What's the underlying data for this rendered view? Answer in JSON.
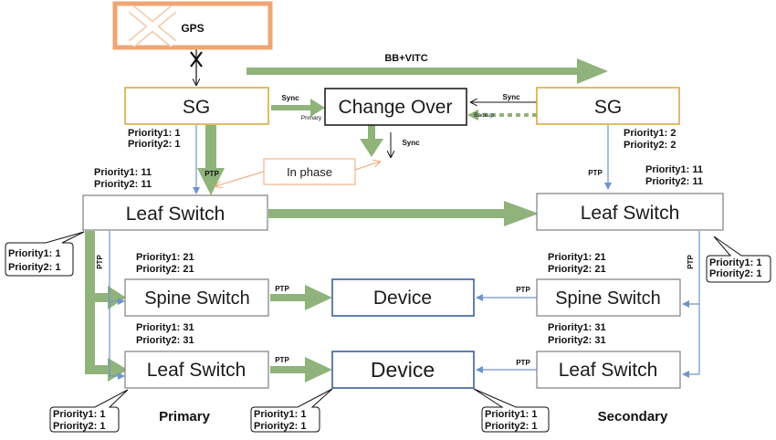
{
  "gps": {
    "label": "GPS"
  },
  "labels": {
    "bb_vitc": "BB+VITC",
    "sync": "Sync",
    "primary_small": "Primary",
    "backup_small": "Backup",
    "ptp": "PTP",
    "in_phase": "In phase",
    "primary": "Primary",
    "secondary": "Secondary"
  },
  "boxes": {
    "sg_left": "SG",
    "change_over": "Change Over",
    "sg_right": "SG",
    "leaf_left_top": "Leaf Switch",
    "leaf_right_top": "Leaf Switch",
    "spine_left": "Spine Switch",
    "device_top": "Device",
    "spine_right": "Spine Switch",
    "leaf_left_bottom": "Leaf Switch",
    "device_bottom": "Device",
    "leaf_right_bottom": "Leaf Switch"
  },
  "priorities": {
    "sg_left": [
      "Priority1:  1",
      "Priority2:  1"
    ],
    "sg_right": [
      "Priority1:  2",
      "Priority2:  2"
    ],
    "leaf_left_top": [
      "Priority1:  11",
      "Priority2:  11"
    ],
    "leaf_right_top": [
      "Priority1:  11",
      "Priority2:  11"
    ],
    "spine_left": [
      "Priority1:  21",
      "Priority2:  21"
    ],
    "spine_right": [
      "Priority1:  21",
      "Priority2:  21"
    ],
    "leaf_left_bottom": [
      "Priority1:  31",
      "Priority2:  31"
    ],
    "leaf_right_bottom": [
      "Priority1:  31",
      "Priority2:  31"
    ],
    "callout_left_top": [
      "Priority1:  1",
      "Priority2:  1"
    ],
    "callout_right_top": [
      "Priority1:  1",
      "Priority2:  1"
    ],
    "callout_left_bottom": [
      "Priority1:  1",
      "Priority2:  1"
    ],
    "callout_device_left": [
      "Priority1:  1",
      "Priority2:  1"
    ],
    "callout_device_right": [
      "Priority1:  1",
      "Priority2:  1"
    ]
  },
  "colors": {
    "gps_border": "#f0a572",
    "sg_border": "#d4a63a",
    "thick_arrow": "#8fb37b",
    "thin_arrow": "#6f94cc",
    "in_phase": "#f0a572",
    "device_border": "#2f5597",
    "box_border": "#7f7f7f"
  }
}
